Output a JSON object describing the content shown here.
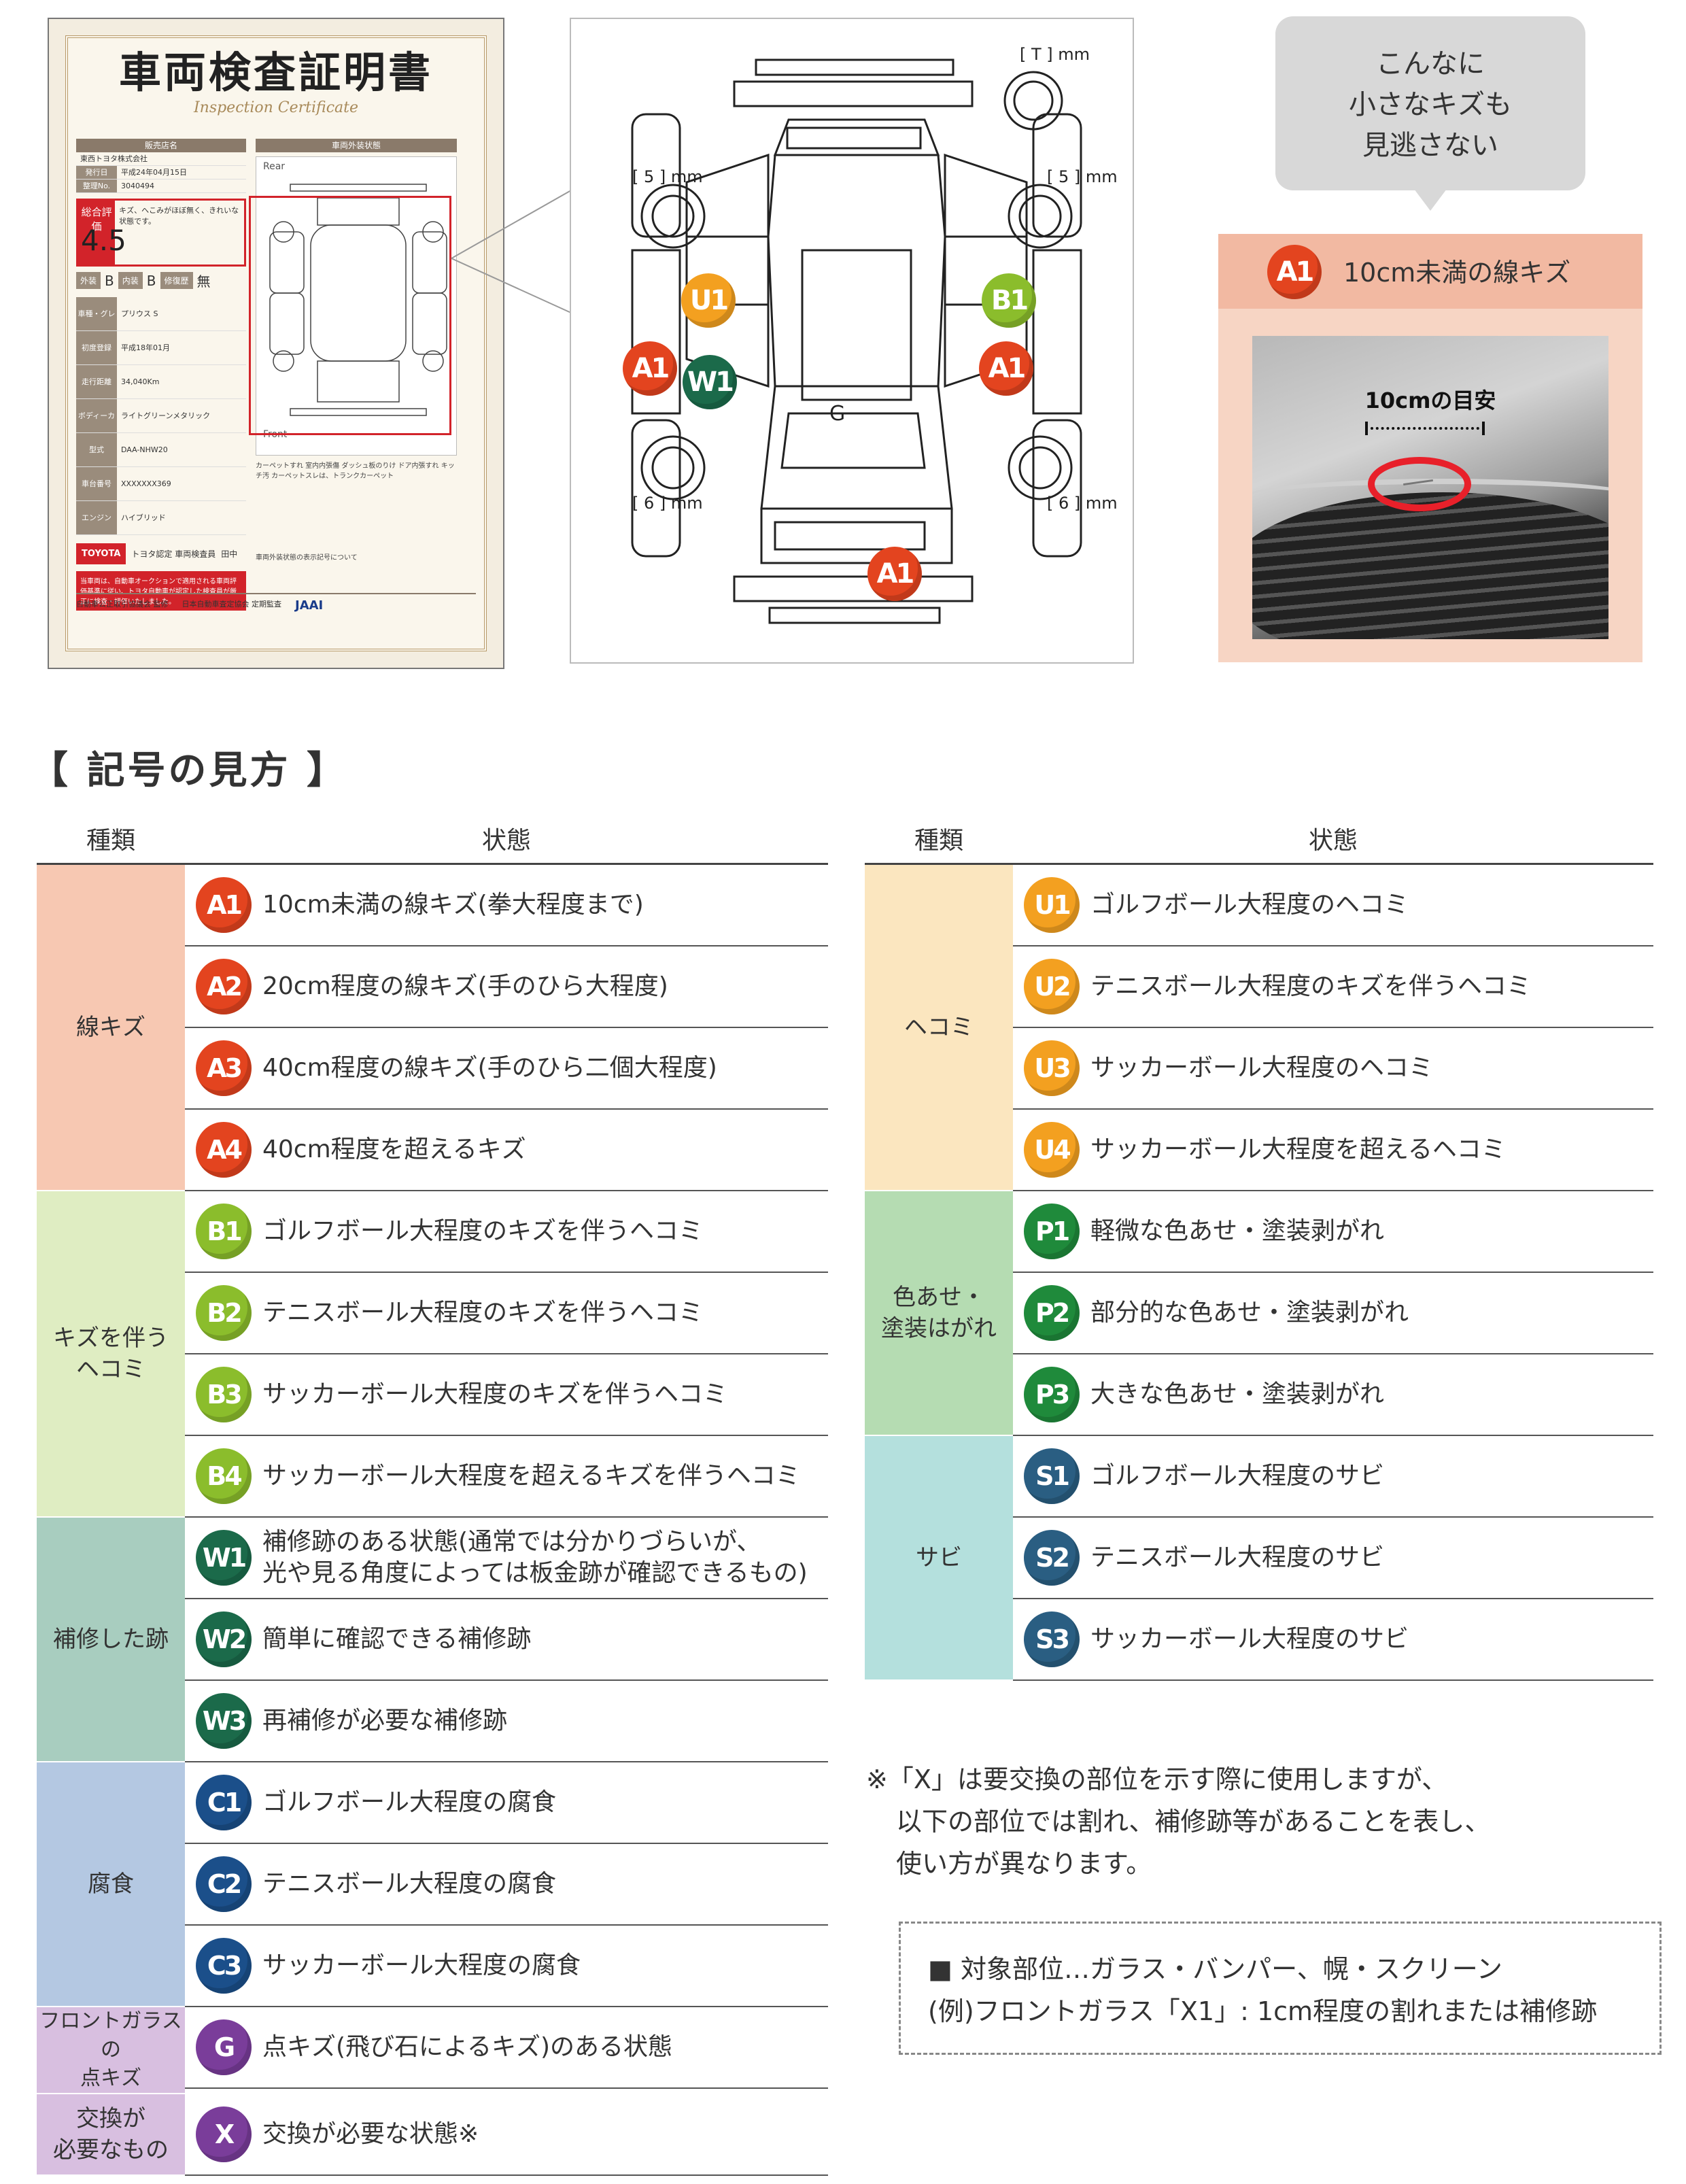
{
  "certificate": {
    "title": "車両検査証明書",
    "subtitle": "Inspection Certificate",
    "dealer_header": "販売店名",
    "dealer_name": "東西トヨタ株式会社",
    "issue_label": "発行日",
    "issue_date": "平成24年04月15日",
    "number_label": "整理No.",
    "number": "3040494",
    "score_label": "総合評価",
    "score": "4.5",
    "score_text": "キズ、へこみがほぼ無く、きれいな状態です。",
    "exterior_label": "外装",
    "exterior_grade": "B",
    "interior_label": "内装",
    "interior_grade": "B",
    "repair_label": "修復歴",
    "repair_value": "無",
    "rows": [
      {
        "key": "車種・グレード",
        "value": "プリウス S"
      },
      {
        "key": "初度登録",
        "value": "平成18年01月"
      },
      {
        "key": "走行距離",
        "value": "34,040Km"
      },
      {
        "key": "ボディーカラー",
        "value": "ライトグリーンメタリック"
      },
      {
        "key": "型式",
        "value": "DAA-NHW20"
      },
      {
        "key": "車台番号",
        "value": "XXXXXXX369"
      },
      {
        "key": "エンジン",
        "value": "ハイブリッド"
      }
    ],
    "toyota_logo": "TOYOTA",
    "inspector_title": "トヨタ認定 車両検査員",
    "inspector_name": "田中",
    "note": "当車両は、自動車オークションで適用される車両評価基準に従い、トヨタ自動車が認定した検査員が厳正に検査・評価いたしました。",
    "exterior_header": "車両外装状態",
    "rear": "Rear",
    "front": "Front",
    "memo": "カーペットすれ 室内内張傷 ダッシュ板のりけ ドア内張すれ キッチ汚 カーペットスレは、トランクカーペット",
    "legend_title": "車両外装状態の表示記号について",
    "footer_left": "自動車公正取引協議会 監修",
    "footer_mid": "日本自動車査定協会 定期監査",
    "jaai": "JAAI"
  },
  "diagram": {
    "mm_top": "[ T ] mm",
    "mm_left_top": "[ 5 ] mm",
    "mm_right_top": "[ 5 ] mm",
    "mm_left_bottom": "[ 6 ] mm",
    "mm_right_bottom": "[ 6 ] mm",
    "glass_mark": "G",
    "badges": {
      "u1": "U1",
      "b1": "B1",
      "a1_left": "A1",
      "w1": "W1",
      "a1_right": "A1",
      "a1_bottom": "A1"
    }
  },
  "callout": {
    "bubble_lines": [
      "こんなに",
      "小さなキズも",
      "見逃さない"
    ],
    "badge": "A1",
    "title": "10cm未満の線キズ",
    "ruler_label": "10cmの目安"
  },
  "section_title": "【 記号の見方 】",
  "table_left": {
    "header_type": "種類",
    "header_state": "状態",
    "groups": [
      {
        "label": "線キズ",
        "items": [
          {
            "code": "A1",
            "text": "10cm未満の線キズ(拳大程度まで)"
          },
          {
            "code": "A2",
            "text": "20cm程度の線キズ(手のひら大程度)"
          },
          {
            "code": "A3",
            "text": "40cm程度の線キズ(手のひら二個大程度)"
          },
          {
            "code": "A4",
            "text": "40cm程度を超えるキズ"
          }
        ]
      },
      {
        "label": "キズを伴う\nヘコミ",
        "items": [
          {
            "code": "B1",
            "text": "ゴルフボール大程度のキズを伴うヘコミ"
          },
          {
            "code": "B2",
            "text": "テニスボール大程度のキズを伴うヘコミ"
          },
          {
            "code": "B3",
            "text": "サッカーボール大程度のキズを伴うヘコミ"
          },
          {
            "code": "B4",
            "text": "サッカーボール大程度を超えるキズを伴うヘコミ"
          }
        ]
      },
      {
        "label": "補修した跡",
        "items": [
          {
            "code": "W1",
            "text": "補修跡のある状態(通常では分かりづらいが、\n光や見る角度によっては板金跡が確認できるもの)"
          },
          {
            "code": "W2",
            "text": "簡単に確認できる補修跡"
          },
          {
            "code": "W3",
            "text": "再補修が必要な補修跡"
          }
        ]
      },
      {
        "label": "腐食",
        "items": [
          {
            "code": "C1",
            "text": "ゴルフボール大程度の腐食"
          },
          {
            "code": "C2",
            "text": "テニスボール大程度の腐食"
          },
          {
            "code": "C3",
            "text": "サッカーボール大程度の腐食"
          }
        ]
      },
      {
        "label": "フロントガラスの\n点キズ",
        "items": [
          {
            "code": "G",
            "text": "点キズ(飛び石によるキズ)のある状態"
          }
        ]
      },
      {
        "label": "交換が\n必要なもの",
        "items": [
          {
            "code": "X",
            "text": "交換が必要な状態※"
          }
        ]
      }
    ]
  },
  "table_right": {
    "header_type": "種類",
    "header_state": "状態",
    "groups": [
      {
        "label": "ヘコミ",
        "items": [
          {
            "code": "U1",
            "text": "ゴルフボール大程度のヘコミ"
          },
          {
            "code": "U2",
            "text": "テニスボール大程度のキズを伴うヘコミ"
          },
          {
            "code": "U3",
            "text": "サッカーボール大程度のヘコミ"
          },
          {
            "code": "U4",
            "text": "サッカーボール大程度を超えるヘコミ"
          }
        ]
      },
      {
        "label": "色あせ・\n塗装はがれ",
        "items": [
          {
            "code": "P1",
            "text": "軽微な色あせ・塗装剥がれ"
          },
          {
            "code": "P2",
            "text": "部分的な色あせ・塗装剥がれ"
          },
          {
            "code": "P3",
            "text": "大きな色あせ・塗装剥がれ"
          }
        ]
      },
      {
        "label": "サビ",
        "items": [
          {
            "code": "S1",
            "text": "ゴルフボール大程度のサビ"
          },
          {
            "code": "S2",
            "text": "テニスボール大程度のサビ"
          },
          {
            "code": "S3",
            "text": "サッカーボール大程度のサビ"
          }
        ]
      }
    ]
  },
  "note": {
    "line1": "※「X」は要交換の部位を示す際に使用しますが、",
    "line2": "以下の部位では割れ、補修跡等があることを表し、",
    "line3": "使い方が異なります。"
  },
  "box": {
    "line1": "■ 対象部位…ガラス・バンパー、幌・スクリーン",
    "line2": "(例)フロントガラス「X1」: 1cm程度の割れまたは補修跡"
  },
  "colors": {
    "A": "#e3441f",
    "B": "#8bbd2c",
    "W": "#1b6a4a",
    "C": "#1b4f8a",
    "G": "#7a3d9a",
    "X": "#7a3d9a",
    "U": "#f3a020",
    "P": "#1f8a3b",
    "S": "#2a5e82"
  }
}
